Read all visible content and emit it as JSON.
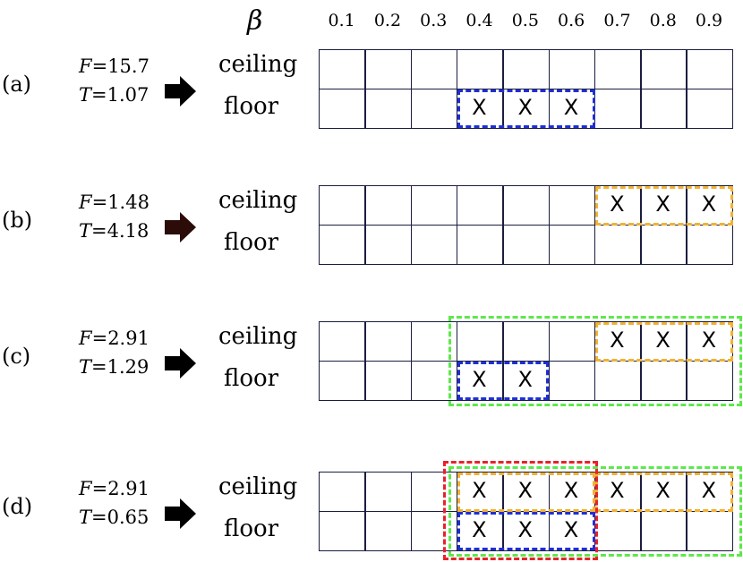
{
  "header": {
    "beta_symbol": "β",
    "beta_values": [
      "0.1",
      "0.2",
      "0.3",
      "0.4",
      "0.5",
      "0.6",
      "0.7",
      "0.8",
      "0.9"
    ]
  },
  "row_labels": {
    "ceiling": "ceiling",
    "floor": "floor"
  },
  "colors": {
    "grid_line": "#1a1d3f",
    "blue": "#1f2fd4",
    "orange": "#f2b233",
    "green": "#5ee84b",
    "red": "#e8222b",
    "arrow_default": "#000000",
    "arrow_b": "#2b0c08"
  },
  "panels": [
    {
      "label": "(a)",
      "F": "15.7",
      "T": "1.07",
      "arrow_icon": "right-arrow-icon",
      "marks": [
        {
          "row": "floor",
          "cols": [
            3,
            4,
            5
          ]
        }
      ],
      "highlights": [
        {
          "color": "blue",
          "row": "floor",
          "from": 3,
          "to": 5
        }
      ]
    },
    {
      "label": "(b)",
      "F": "1.48",
      "T": "4.18",
      "arrow_icon": "right-arrow-icon",
      "marks": [
        {
          "row": "ceiling",
          "cols": [
            6,
            7,
            8
          ]
        }
      ],
      "highlights": [
        {
          "color": "orange",
          "row": "ceiling",
          "from": 6,
          "to": 8
        }
      ]
    },
    {
      "label": "(c)",
      "F": "2.91",
      "T": "1.29",
      "arrow_icon": "right-arrow-icon",
      "marks": [
        {
          "row": "ceiling",
          "cols": [
            6,
            7,
            8
          ]
        },
        {
          "row": "floor",
          "cols": [
            3,
            4
          ]
        }
      ],
      "highlights": [
        {
          "color": "orange",
          "row": "ceiling",
          "from": 6,
          "to": 8
        },
        {
          "color": "blue",
          "row": "floor",
          "from": 3,
          "to": 4
        },
        {
          "color": "green",
          "row": "both",
          "from": 3,
          "to": 8
        }
      ]
    },
    {
      "label": "(d)",
      "F": "2.91",
      "T": "0.65",
      "arrow_icon": "right-arrow-icon",
      "marks": [
        {
          "row": "ceiling",
          "cols": [
            3,
            4,
            5,
            6,
            7,
            8
          ]
        },
        {
          "row": "floor",
          "cols": [
            3,
            4,
            5
          ]
        }
      ],
      "highlights": [
        {
          "color": "orange",
          "row": "ceiling",
          "from": 3,
          "to": 5
        },
        {
          "color": "orange",
          "row": "ceiling",
          "from": 6,
          "to": 8
        },
        {
          "color": "blue",
          "row": "floor",
          "from": 3,
          "to": 5
        },
        {
          "color": "red",
          "row": "both",
          "from": 3,
          "to": 5
        },
        {
          "color": "green",
          "row": "both",
          "from": 3,
          "to": 8
        }
      ]
    }
  ],
  "mark_symbol": "X",
  "param_symbols": {
    "F": "F",
    "T": "T",
    "eq": "="
  }
}
